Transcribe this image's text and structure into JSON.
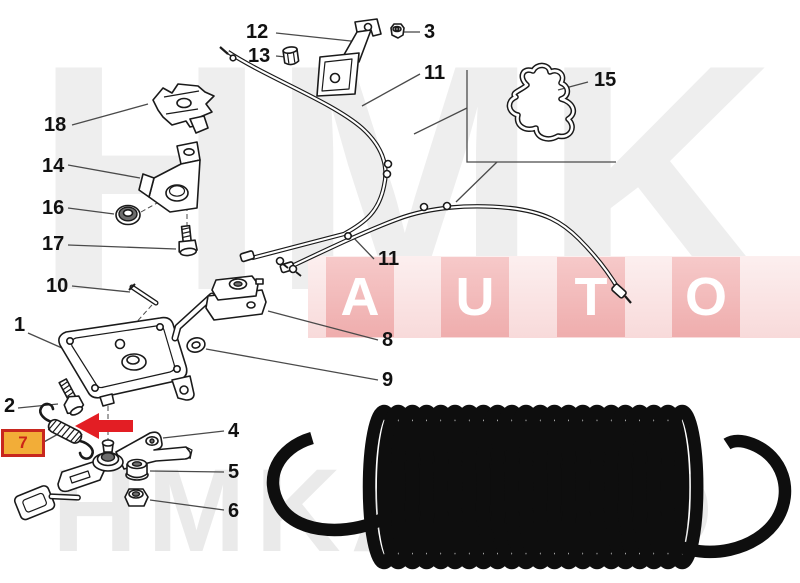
{
  "watermark": {
    "top": "HMK",
    "bottom": "HMKAUTO",
    "band": [
      "A",
      "U",
      "T",
      "O"
    ]
  },
  "labels": {
    "n18": "18",
    "n14": "14",
    "n16": "16",
    "n17": "17",
    "n10": "10",
    "n1": "1",
    "n2": "2",
    "n12": "12",
    "n13": "13",
    "n3": "3",
    "n11_top": "11",
    "n15": "15",
    "n11_mid": "11",
    "n8": "8",
    "n9": "9",
    "n4": "4",
    "n5": "5",
    "n6": "6"
  },
  "highlight": {
    "label": "7"
  },
  "colors": {
    "arrow_red": "#e31e24",
    "highlight_bg": "#f2ad38",
    "highlight_border": "#c8271e",
    "band_bg": "#f8dada",
    "band_tile": "#efadad",
    "watermark_gray": "#ececec",
    "line_art": "#1a1a1a",
    "leader": "#4a4a4a",
    "spring_black": "#0e0e0e"
  }
}
